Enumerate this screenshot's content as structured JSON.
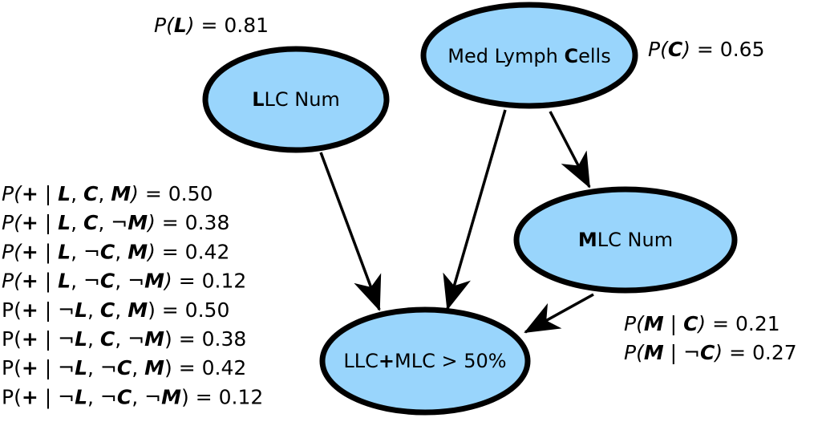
{
  "colors": {
    "node_fill": "#99d5fc",
    "node_stroke": "#000000",
    "edge": "#000000"
  },
  "nodes": {
    "llc": {
      "bold": "L",
      "rest": "LC Num"
    },
    "med": {
      "pre": "Med Lymph ",
      "bold": "C",
      "rest": "ells"
    },
    "mlc": {
      "bold": "M",
      "rest": "LC Num"
    },
    "out": {
      "pre": "LLC",
      "bold": "+",
      "rest": "MLC > 50%"
    }
  },
  "priors": {
    "L": {
      "text": "P(L) = 0.81",
      "prefix": "P(",
      "var": "L",
      "suffix": ") = 0.81"
    },
    "C": {
      "text": "P(C) = 0.65",
      "prefix": "P(",
      "var": "C",
      "suffix": ") = 0.65"
    }
  },
  "mlc_conditionals": [
    {
      "text": "P(M | C) = 0.21",
      "given": "C",
      "value": "0.21"
    },
    {
      "text": "P(M | ¬C) = 0.27",
      "given": "¬C",
      "value": "0.27"
    }
  ],
  "output_conditionals": [
    {
      "text": "P(+ | L, C, M) = 0.50",
      "L": "L",
      "C": "C",
      "M": "M",
      "value": "0.50"
    },
    {
      "text": "P(+ | L, C, ¬M) = 0.38",
      "L": "L",
      "C": "C",
      "M": "¬M",
      "value": "0.38"
    },
    {
      "text": "P(+ | L, ¬C, M) = 0.42",
      "L": "L",
      "C": "¬C",
      "M": "M",
      "value": "0.42"
    },
    {
      "text": "P(+ | L, ¬C, ¬M) = 0.12",
      "L": "L",
      "C": "¬C",
      "M": "¬M",
      "value": "0.12"
    },
    {
      "text": "P(+ | ¬L, C, M) = 0.50",
      "L": "¬L",
      "C": "C",
      "M": "M",
      "value": "0.50"
    },
    {
      "text": "P(+ | ¬L, C, ¬M) = 0.38",
      "L": "¬L",
      "C": "C",
      "M": "¬M",
      "value": "0.38"
    },
    {
      "text": "P(+ | ¬L, ¬C, M) = 0.42",
      "L": "¬L",
      "C": "¬C",
      "M": "M",
      "value": "0.42"
    },
    {
      "text": "P(+ | ¬L, ¬C, ¬M) = 0.12",
      "L": "¬L",
      "C": "¬C",
      "M": "¬M",
      "value": "0.12"
    }
  ]
}
